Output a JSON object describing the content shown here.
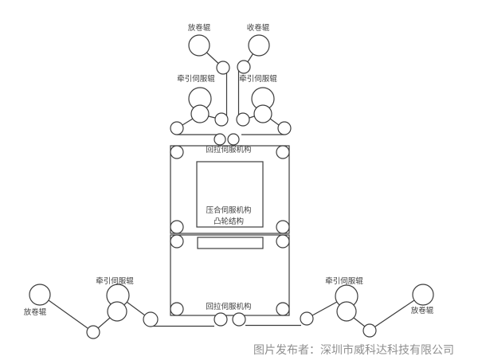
{
  "diagram": {
    "labels": {
      "unwind_roller": "放卷辊",
      "rewind_roller": "收卷辊",
      "traction_servo_roller": "牵引伺服辊",
      "pullback_servo_mechanism": "回拉伺服机构",
      "press_servo_mechanism": "压合伺服机构",
      "cam_structure": "凸轮结构"
    },
    "colors": {
      "line": "#3c3c3c",
      "label_text": "#3c3c3c",
      "footer_text": "#8f8f8f",
      "background": "#ffffff"
    }
  },
  "footer": {
    "publisher": "图片发布者：深圳市威科达科技有限公司"
  }
}
